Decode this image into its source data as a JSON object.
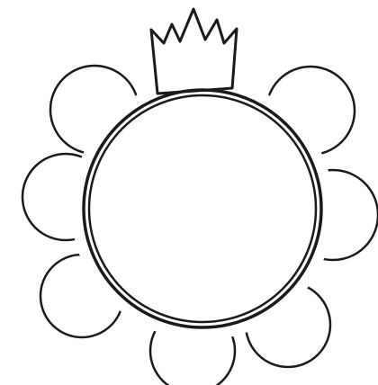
{
  "colors": {
    "background": "#ffffff",
    "stroke": "#1a1a1a"
  },
  "icons": {
    "crown": "crown-icon",
    "table": "round-table",
    "chair": "chair-outline"
  },
  "figure": {
    "crown_count": 1,
    "table_count": 1,
    "chair_count": 7
  }
}
